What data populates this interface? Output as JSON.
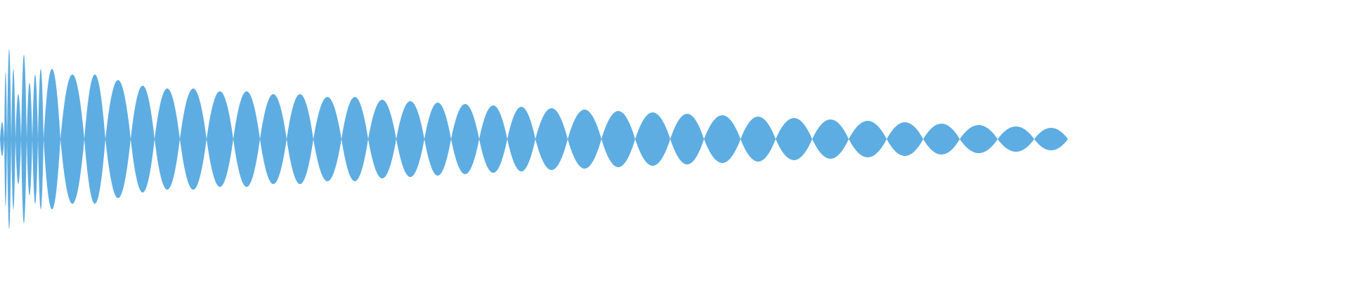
{
  "waveform": {
    "color": "#5DADE2",
    "background": "#FFFFFF",
    "lobe_count": 43,
    "amplitude_envelope": [
      0.12,
      0.48,
      0.64,
      0.5,
      0.32,
      0.6,
      0.4,
      0.46,
      0.5,
      0.5,
      0.46,
      0.46,
      0.42,
      0.38,
      0.36,
      0.36,
      0.34,
      0.34,
      0.32,
      0.32,
      0.3,
      0.3,
      0.28,
      0.27,
      0.26,
      0.25,
      0.24,
      0.23,
      0.22,
      0.21,
      0.2,
      0.19,
      0.18,
      0.17,
      0.16,
      0.15,
      0.14,
      0.13,
      0.12,
      0.11,
      0.1,
      0.09,
      0.08
    ]
  }
}
